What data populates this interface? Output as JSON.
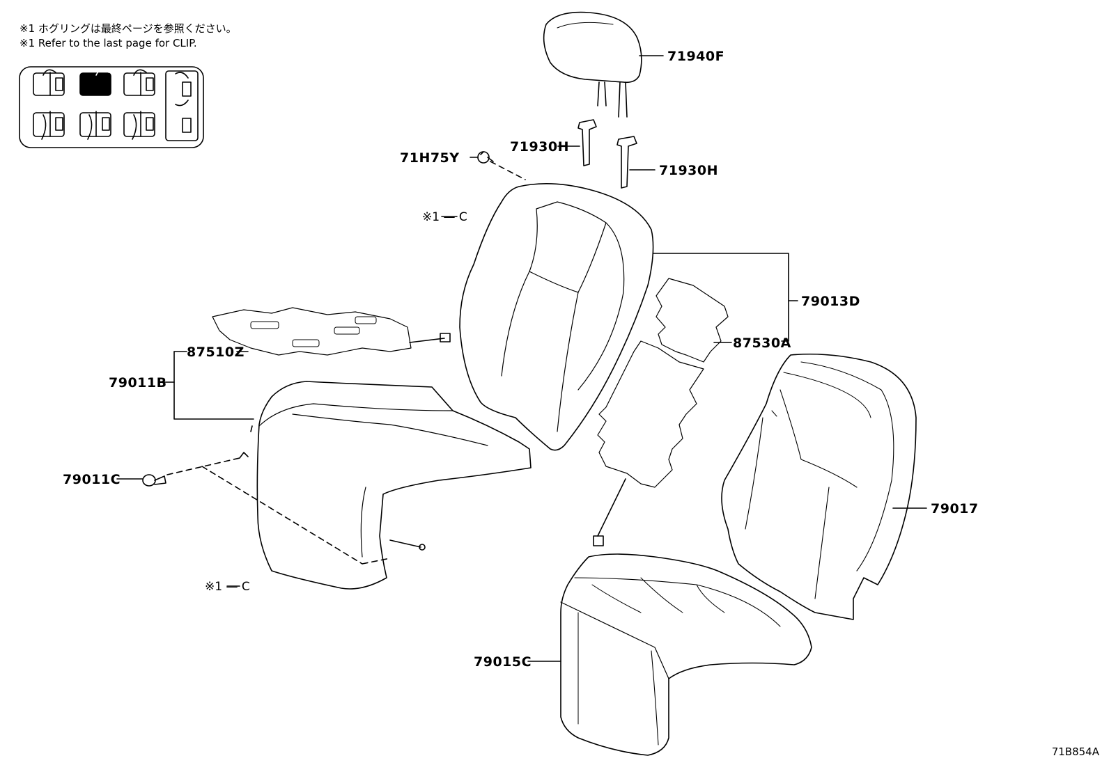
{
  "notes": {
    "japanese": "※1 ホグリングは最終ページを参照ください。",
    "english": "※1 Refer to the last page for CLIP."
  },
  "callouts": {
    "headrest": "71940F",
    "headrest_support_left": "71930H",
    "headrest_support_right": "71930H",
    "clip_71h75y": "71H75Y",
    "seatback_assembly": "79013D",
    "seatback_heater": "87530A",
    "seatback_cover": "79017",
    "seat_cushion_heater": "87510Z",
    "seat_cushion_assembly": "79011B",
    "clip_79011c": "79011C",
    "seat_cushion_cover": "79015C"
  },
  "refs": {
    "upper": "※1 — C",
    "lower": "※1 — C"
  },
  "diagram_id": "71B854A",
  "colors": {
    "line": "#000000",
    "background": "#ffffff"
  }
}
